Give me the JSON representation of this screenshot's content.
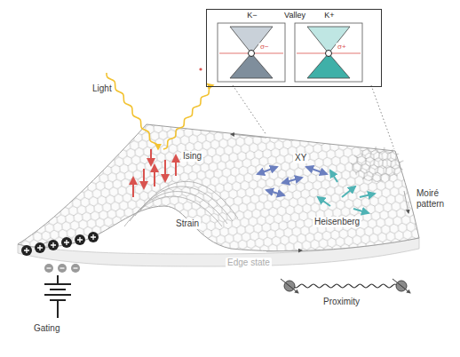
{
  "diagram": {
    "nodes": [
      {
        "text": [
          "K−",
          "Valley",
          "K+"
        ]
      }
    ],
    "labels": [
      "Light",
      "Ising",
      "XY",
      "Heisenberg",
      "Strain",
      "Moiré pattern",
      "Edge state",
      "Gating",
      "Proximity",
      "σ−",
      "σ+"
    ]
  }
}
